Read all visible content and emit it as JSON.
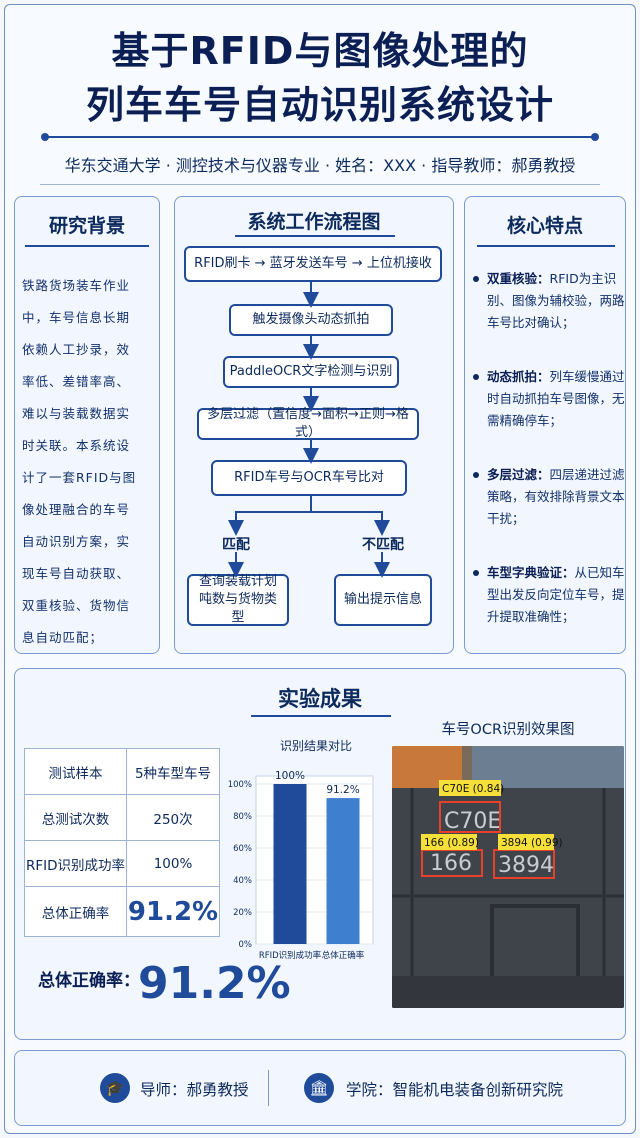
{
  "header": {
    "title_line1": "基于RFID与图像处理的",
    "title_line2": "列车车号自动识别系统设计",
    "subtitle": "华东交通大学 · 测控技术与仪器专业 · 姓名：XXX · 指导教师：郝勇教授"
  },
  "background": {
    "title": "研究背景",
    "text": "铁路货场装车作业中，车号信息长期依赖人工抄录，效率低、差错率高、难以与装载数据实时关联。本系统设计了一套RFID与图像处理融合的车号自动识别方案，实现车号自动获取、双重核验、货物信息自动匹配；"
  },
  "flow": {
    "title": "系统工作流程图",
    "step1": "RFID刷卡 → 蓝牙发送车号 → 上位机接收",
    "step2": "触发摄像头动态抓拍",
    "step3": "PaddleOCR文字检测与识别",
    "step4": "多层过滤（置信度→面积→正则→格式）",
    "step5": "RFID车号与OCR车号比对",
    "match_label": "匹配",
    "nomatch_label": "不匹配",
    "match_action": "查询装载计划吨数与货物类型",
    "nomatch_action": "输出提示信息"
  },
  "features": {
    "title": "核心特点",
    "items": [
      {
        "label": "双重核验：",
        "text": "RFID为主识别、图像为辅校验，两路车号比对确认；"
      },
      {
        "label": "动态抓拍：",
        "text": "列车缓慢通过时自动抓拍车号图像，无需精确停车；"
      },
      {
        "label": "多层过滤：",
        "text": "四层递进过滤策略，有效排除背景文本干扰；"
      },
      {
        "label": "车型字典验证：",
        "text": "从已知车型出发反向定位车号，提升提取准确性；"
      }
    ]
  },
  "results": {
    "title": "实验成果",
    "table": [
      [
        "测试样本",
        "5种车型车号"
      ],
      [
        "总测试次数",
        "250次"
      ],
      [
        "RFID识别成功率",
        "100%"
      ],
      [
        "总体正确率",
        "91.2%"
      ]
    ],
    "accuracy_label": "总体正确率：",
    "accuracy_value": "91.2%",
    "photo_title": "车号OCR识别效果图",
    "ocr_tags": [
      "C70E (0.84)",
      "166 (0.89)",
      "3894 (0.99)"
    ],
    "photo_texts": [
      "C70E",
      "166",
      "3894"
    ]
  },
  "chart_data": {
    "type": "bar",
    "title": "识别结果对比",
    "categories": [
      "RFID识别成功率",
      "总体正确率"
    ],
    "values": [
      100,
      91.2
    ],
    "value_labels": [
      "100%",
      "91.2%"
    ],
    "yticks": [
      "0%",
      "20%",
      "40%",
      "60%",
      "80%",
      "100%"
    ],
    "ylim": [
      0,
      100
    ],
    "colors": [
      "#1f4b9a",
      "#3f7fd0"
    ]
  },
  "footer": {
    "advisor": "导师：郝勇教授",
    "college": "学院：智能机电装备创新研究院"
  }
}
